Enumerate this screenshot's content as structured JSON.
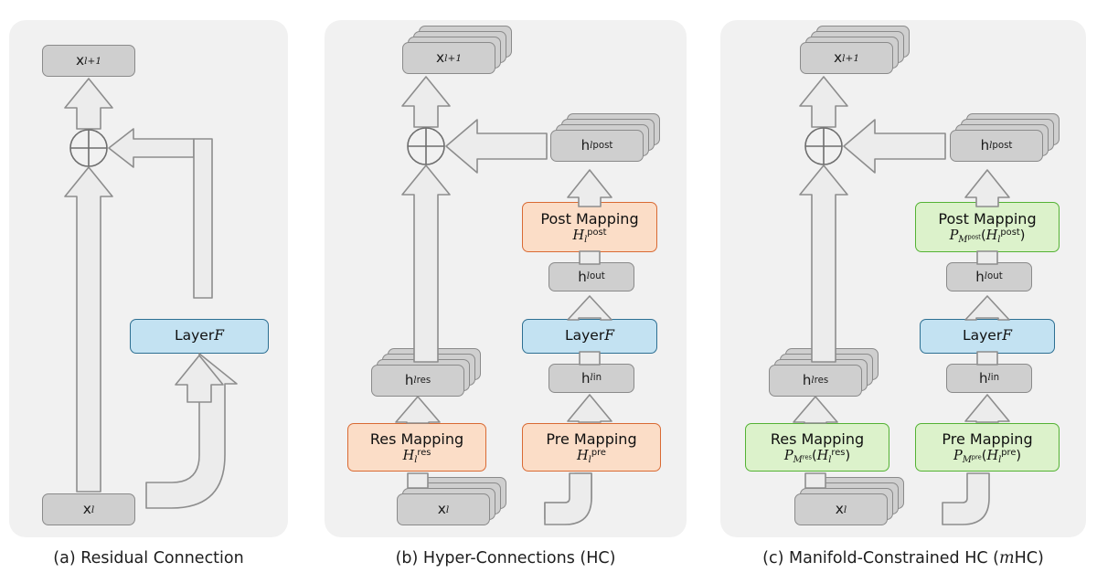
{
  "figure": {
    "title": "Residual, Hyper-Connections and Manifold-Constrained Hyper-Connections",
    "colors": {
      "panel_bg": "#f1f1f1",
      "gray_fill": "#cfcfcf",
      "gray_border": "#8a8a8a",
      "blue_fill": "#c3e2f2",
      "blue_border": "#2d6f92",
      "orange_fill": "#fbddc7",
      "orange_border": "#d96a33",
      "green_fill": "#dcf2cb",
      "green_border": "#54b234",
      "arrow_fill": "#ececec",
      "arrow_border": "#8d8d8d"
    }
  },
  "panels": [
    {
      "id": "a",
      "caption": "(a) Residual Connection",
      "nodes": {
        "x_next": "x<sub class=\"sub-i\">l+1</sub>",
        "x_in": "x<span class=\"sub-i\">l</span>",
        "layer": "Layer <span class=\"cal\">F</span>"
      },
      "operator": "plus-circle"
    },
    {
      "id": "b",
      "caption": "(b) Hyper-Connections (HC)",
      "nodes": {
        "x_next": "x<sub class=\"sub-i\">l+1</sub>",
        "x_in": "x<span class=\"sub-i\">l</span>",
        "h_res": "h<span class=\"sub-i\">l</span><sup>res</sup>",
        "h_in": "h<span class=\"sub-i\">l</span><sup>in</sup>",
        "h_out": "h<span class=\"sub-i\">l</span><sup>out</sup>",
        "h_post": "h<span class=\"sub-i\">l</span><sup>post</sup>",
        "layer": "Layer <span class=\"cal\">F</span>",
        "res_mapping_title": "Res Mapping",
        "res_mapping_formula": "<span class=\"cal\">H</span><span class=\"sub-i\">l</span><sup class=\"up\">res</sup>",
        "pre_mapping_title": "Pre Mapping",
        "pre_mapping_formula": "<span class=\"cal\">H</span><span class=\"sub-i\">l</span><sup class=\"up\">pre</sup>",
        "post_mapping_title": "Post Mapping",
        "post_mapping_formula": "<span class=\"cal\">H</span><span class=\"sub-i\">l</span><sup class=\"up\">post</sup>"
      },
      "operator": "plus-circle",
      "stack_depth": 4,
      "mapping_color": "orange"
    },
    {
      "id": "c",
      "caption": "(c) Manifold-Constrained HC (<span class=\"mathvar\">m</span>HC)",
      "nodes": {
        "x_next": "x<sub class=\"sub-i\">l+1</sub>",
        "x_in": "x<span class=\"sub-i\">l</span>",
        "h_res": "h<span class=\"sub-i\">l</span><sup>res</sup>",
        "h_in": "h<span class=\"sub-i\">l</span><sup>in</sup>",
        "h_out": "h<span class=\"sub-i\">l</span><sup>out</sup>",
        "h_post": "h<span class=\"sub-i\">l</span><sup>post</sup>",
        "layer": "Layer <span class=\"cal\">F</span>",
        "res_mapping_title": "Res Mapping",
        "res_mapping_formula": "<span class=\"cal\">P</span><sub><span class=\"cal\">M</span><sup class=\"up\">res</sup></sub>(<span class=\"cal\">H</span><span class=\"sub-i\">l</span><sup class=\"up\">res</sup>)",
        "pre_mapping_title": "Pre Mapping",
        "pre_mapping_formula": "<span class=\"cal\">P</span><sub><span class=\"cal\">M</span><sup class=\"up\">pre</sup></sub>(<span class=\"cal\">H</span><span class=\"sub-i\">l</span><sup class=\"up\">pre</sup>)",
        "post_mapping_title": "Post Mapping",
        "post_mapping_formula": "<span class=\"cal\">P</span><sub><span class=\"cal\">M</span><sup class=\"up\">post</sup></sub>(<span class=\"cal\">H</span><span class=\"sub-i\">l</span><sup class=\"up\">post</sup>)"
      },
      "operator": "plus-circle",
      "stack_depth": 4,
      "mapping_color": "green"
    }
  ]
}
